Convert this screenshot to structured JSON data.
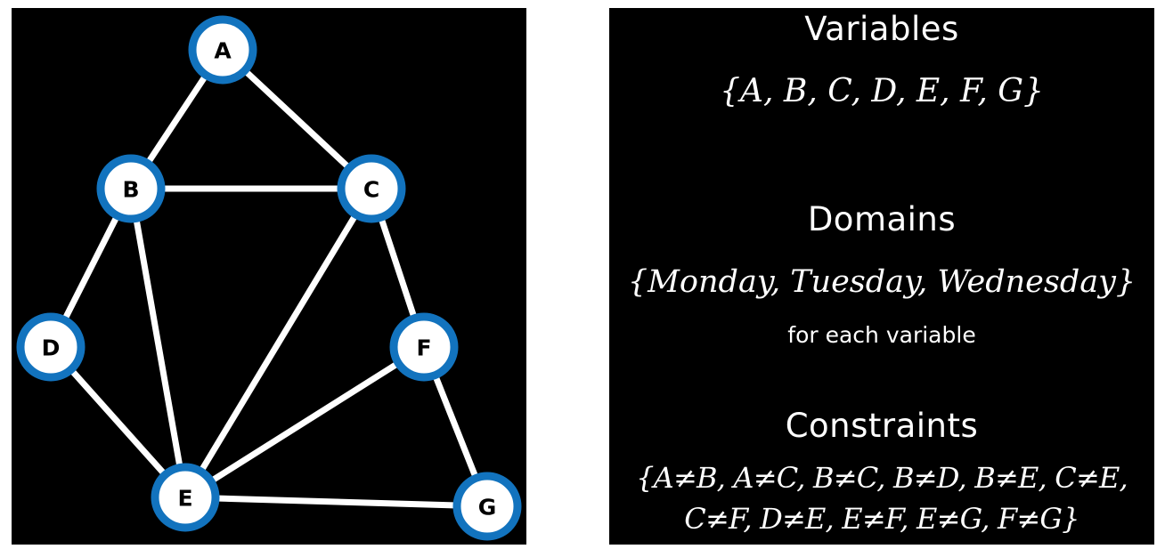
{
  "colors": {
    "node_ring": "#1273be",
    "node_fill": "#ffffff",
    "edge": "#ffffff",
    "background": "#000000",
    "text": "#ffffff"
  },
  "graph": {
    "nodes": [
      {
        "id": "A",
        "label": "A"
      },
      {
        "id": "B",
        "label": "B"
      },
      {
        "id": "C",
        "label": "C"
      },
      {
        "id": "D",
        "label": "D"
      },
      {
        "id": "E",
        "label": "E"
      },
      {
        "id": "F",
        "label": "F"
      },
      {
        "id": "G",
        "label": "G"
      }
    ],
    "edges": [
      [
        "A",
        "B"
      ],
      [
        "A",
        "C"
      ],
      [
        "B",
        "C"
      ],
      [
        "B",
        "D"
      ],
      [
        "B",
        "E"
      ],
      [
        "C",
        "E"
      ],
      [
        "C",
        "F"
      ],
      [
        "D",
        "E"
      ],
      [
        "E",
        "F"
      ],
      [
        "E",
        "G"
      ],
      [
        "F",
        "G"
      ]
    ]
  },
  "variables": {
    "heading": "Variables",
    "set": "{A, B, C, D, E, F, G}"
  },
  "domains": {
    "heading": "Domains",
    "set": "{Monday, Tuesday, Wednesday}",
    "note": "for each variable"
  },
  "constraints": {
    "heading": "Constraints",
    "line1": "{A≠B, A≠C, B≠C, B≠D, B≠E, C≠E,",
    "line2": "C≠F, D≠E, E≠F, E≠G, F≠G}"
  }
}
